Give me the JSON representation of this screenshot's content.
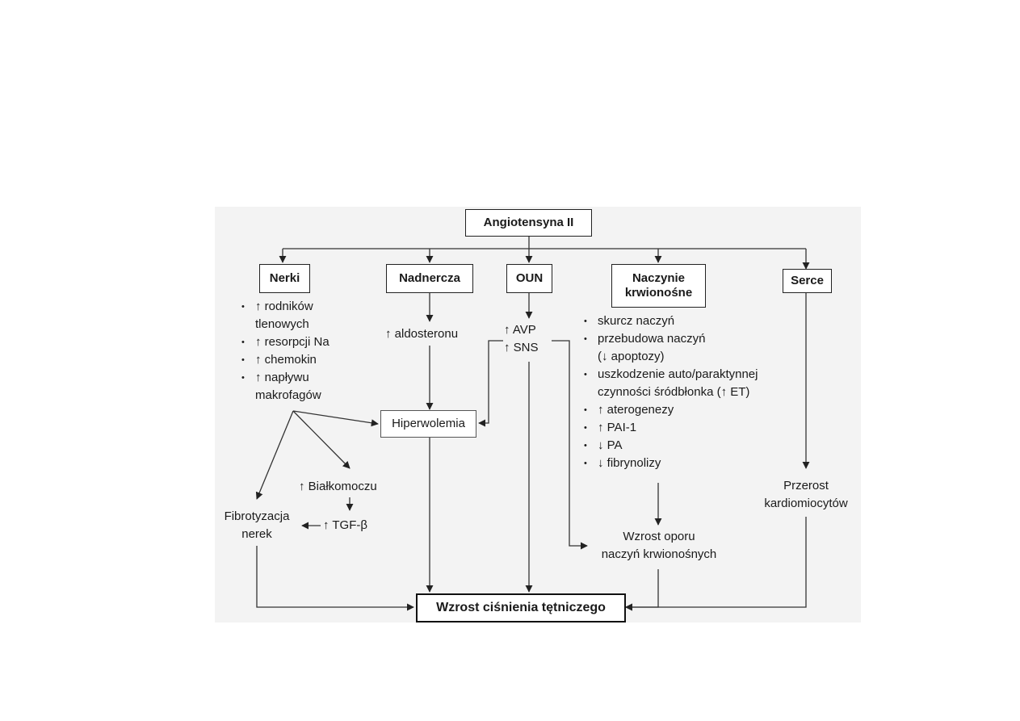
{
  "diagram": {
    "root": "Angiotensyna II",
    "nerki": {
      "title": "Nerki",
      "effects": [
        [
          "↑ rodników",
          "tlenowych"
        ],
        [
          "↑ resorpcji Na"
        ],
        [
          "↑ chemokin"
        ],
        [
          "↑ napływu",
          "makrofagów"
        ]
      ],
      "bialkomocz": "↑ Białkomoczu",
      "tgf": "↑ TGF-β",
      "fibrotyzacja": [
        "Fibrotyzacja",
        "nerek"
      ]
    },
    "nadnercza": {
      "title": "Nadnercza",
      "effect": "↑ aldosteronu"
    },
    "oun": {
      "title": "OUN",
      "effects": [
        "↑ AVP",
        "↑ SNS"
      ]
    },
    "hiperwolemia": "Hiperwolemia",
    "naczynia": {
      "title": [
        "Naczynie",
        "krwionośne"
      ],
      "effects": [
        [
          "skurcz naczyń"
        ],
        [
          "przebudowa naczyń",
          "(↓ apoptozy)"
        ],
        [
          "uszkodzenie auto/paraktynnej",
          "czynności śródbłonka (↑ ET)"
        ],
        [
          "↑ aterogenezy"
        ],
        [
          "↑ PAI-1"
        ],
        [
          "↓ PA"
        ],
        [
          "↓ fibrynolizy"
        ]
      ],
      "opor": [
        "Wzrost oporu",
        "naczyń krwionośnych"
      ]
    },
    "serce": {
      "title": "Serce",
      "przerost": [
        "Przerost",
        "kardiomiocytów"
      ]
    },
    "wynik": "Wzrost ciśnienia tętniczego"
  }
}
